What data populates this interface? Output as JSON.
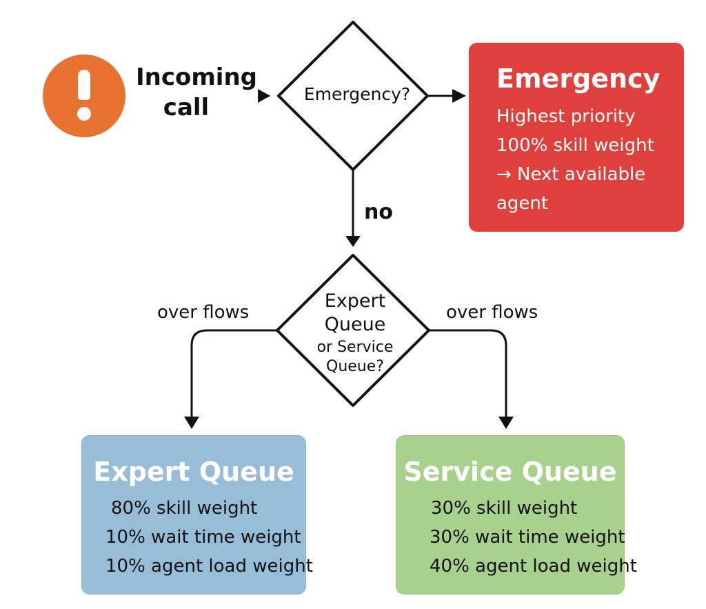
{
  "start": {
    "icon": "exclamation-circle-icon",
    "label_line1": "Incoming",
    "label_line2": "call"
  },
  "decision1": {
    "text": "Emergency?",
    "no_label": "no"
  },
  "emergency_box": {
    "title": "Emergency",
    "lines": [
      "Highest priority",
      "100% skill weight",
      "→ Next available",
      "agent"
    ]
  },
  "decision2": {
    "line1": "Expert",
    "line2": "Queue",
    "line3": "or Service",
    "line4": "Queue?",
    "left_label": "over flows",
    "right_label": "over flows"
  },
  "expert_queue": {
    "title": "Expert Queue",
    "lines": [
      "80% skill weight",
      "10% wait time weight",
      "10% agent load weight"
    ]
  },
  "service_queue": {
    "title": "Service Queue",
    "lines": [
      "30% skill weight",
      "30% wait time weight",
      "40% agent load weight"
    ]
  },
  "colors": {
    "alert": "#e87330",
    "emergency": "#df403b",
    "expert": "#97bed6",
    "service": "#a9d18e"
  }
}
